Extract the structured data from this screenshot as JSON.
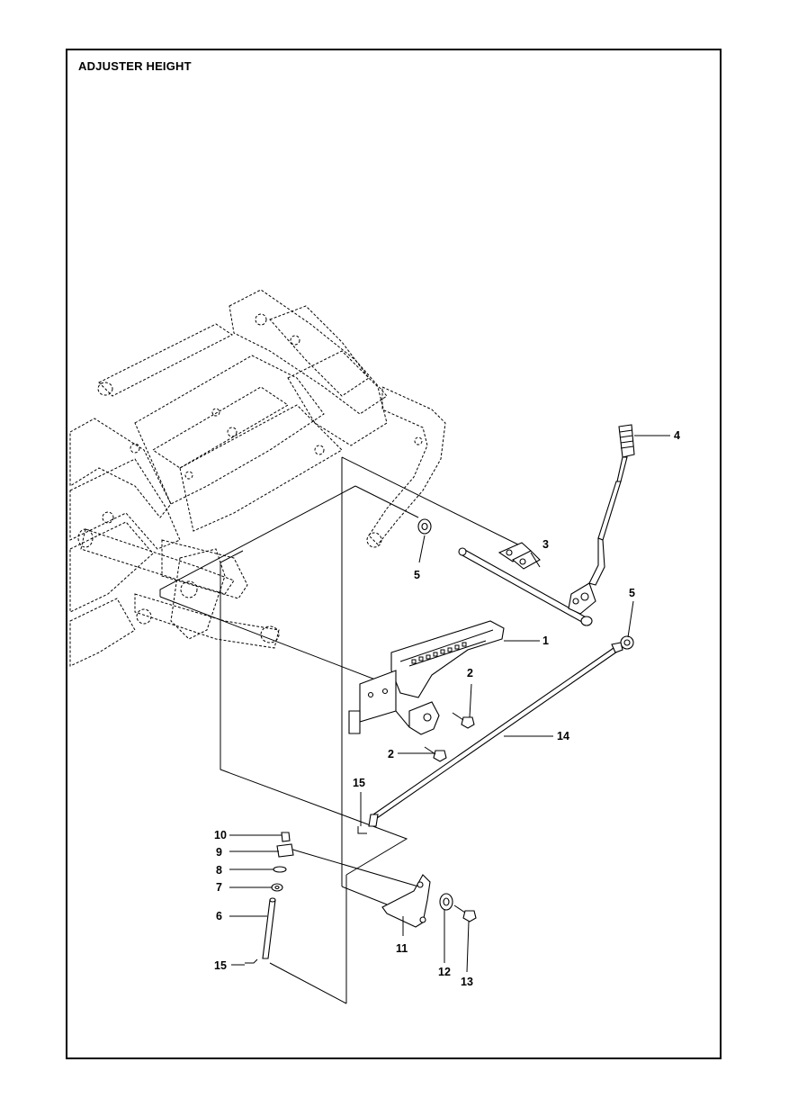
{
  "title": "ADJUSTER HEIGHT",
  "callouts": [
    {
      "id": "c1",
      "label": "1"
    },
    {
      "id": "c2a",
      "label": "2"
    },
    {
      "id": "c2b",
      "label": "2"
    },
    {
      "id": "c3",
      "label": "3"
    },
    {
      "id": "c4",
      "label": "4"
    },
    {
      "id": "c5a",
      "label": "5"
    },
    {
      "id": "c5b",
      "label": "5"
    },
    {
      "id": "c6",
      "label": "6"
    },
    {
      "id": "c7",
      "label": "7"
    },
    {
      "id": "c8",
      "label": "8"
    },
    {
      "id": "c9",
      "label": "9"
    },
    {
      "id": "c10",
      "label": "10"
    },
    {
      "id": "c11",
      "label": "11"
    },
    {
      "id": "c12",
      "label": "12"
    },
    {
      "id": "c13",
      "label": "13"
    },
    {
      "id": "c14",
      "label": "14"
    },
    {
      "id": "c15a",
      "label": "15"
    },
    {
      "id": "c15b",
      "label": "15"
    }
  ]
}
